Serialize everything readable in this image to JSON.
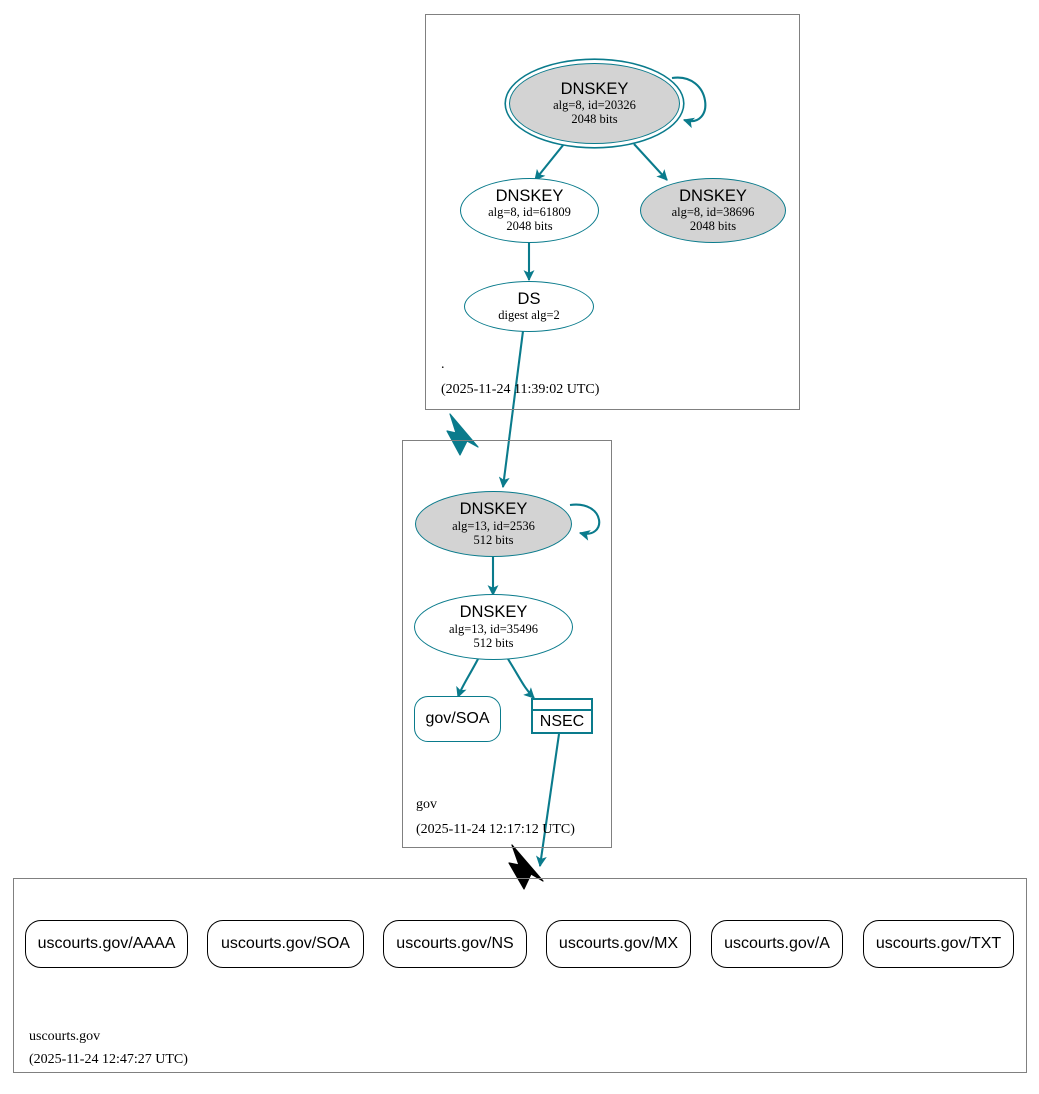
{
  "diagram": {
    "kind": "dnssec-authentication-chain",
    "colors": {
      "secure_edge": "#0a7b8c",
      "insecure_edge": "#000000",
      "node_fill_shaded": "#d3d3d3",
      "node_fill_plain": "#ffffff",
      "zone_border": "#808080"
    }
  },
  "zones": [
    {
      "id": "root",
      "name": ".",
      "timestamp": "(2025-11-24 11:39:02 UTC)",
      "nodes": [
        {
          "id": "root-ksk-20326",
          "type": "DNSKEY",
          "shape": "doubleellipse",
          "fill": "shaded",
          "title": "DNSKEY",
          "params": "alg=8, id=20326",
          "size": "2048 bits"
        },
        {
          "id": "root-zsk-61809",
          "type": "DNSKEY",
          "shape": "ellipse",
          "fill": "plain",
          "title": "DNSKEY",
          "params": "alg=8, id=61809",
          "size": "2048 bits"
        },
        {
          "id": "root-key-38696",
          "type": "DNSKEY",
          "shape": "ellipse",
          "fill": "shaded",
          "title": "DNSKEY",
          "params": "alg=8, id=38696",
          "size": "2048 bits"
        },
        {
          "id": "root-ds",
          "type": "DS",
          "shape": "ellipse",
          "fill": "plain",
          "title": "DS",
          "params": "digest alg=2",
          "size": ""
        }
      ]
    },
    {
      "id": "gov",
      "name": "gov",
      "timestamp": "(2025-11-24 12:17:12 UTC)",
      "nodes": [
        {
          "id": "gov-ksk-2536",
          "type": "DNSKEY",
          "shape": "ellipse",
          "fill": "shaded",
          "title": "DNSKEY",
          "params": "alg=13, id=2536",
          "size": "512 bits"
        },
        {
          "id": "gov-zsk-35496",
          "type": "DNSKEY",
          "shape": "ellipse",
          "fill": "plain",
          "title": "DNSKEY",
          "params": "alg=13, id=35496",
          "size": "512 bits"
        },
        {
          "id": "gov-soa",
          "type": "RRset",
          "shape": "roundrect",
          "fill": "plain",
          "title": "gov/SOA"
        },
        {
          "id": "gov-nsec",
          "type": "NSEC",
          "shape": "doublerect",
          "fill": "plain",
          "title": "NSEC"
        }
      ]
    },
    {
      "id": "uscourts",
      "name": "uscourts.gov",
      "timestamp": "(2025-11-24 12:47:27 UTC)",
      "nodes": [
        {
          "id": "us-aaaa",
          "type": "RRset",
          "shape": "roundrect",
          "fill": "insecure",
          "title": "uscourts.gov/AAAA"
        },
        {
          "id": "us-soa",
          "type": "RRset",
          "shape": "roundrect",
          "fill": "insecure",
          "title": "uscourts.gov/SOA"
        },
        {
          "id": "us-ns",
          "type": "RRset",
          "shape": "roundrect",
          "fill": "insecure",
          "title": "uscourts.gov/NS"
        },
        {
          "id": "us-mx",
          "type": "RRset",
          "shape": "roundrect",
          "fill": "insecure",
          "title": "uscourts.gov/MX"
        },
        {
          "id": "us-a",
          "type": "RRset",
          "shape": "roundrect",
          "fill": "insecure",
          "title": "uscourts.gov/A"
        },
        {
          "id": "us-txt",
          "type": "RRset",
          "shape": "roundrect",
          "fill": "insecure",
          "title": "uscourts.gov/TXT"
        }
      ]
    }
  ]
}
